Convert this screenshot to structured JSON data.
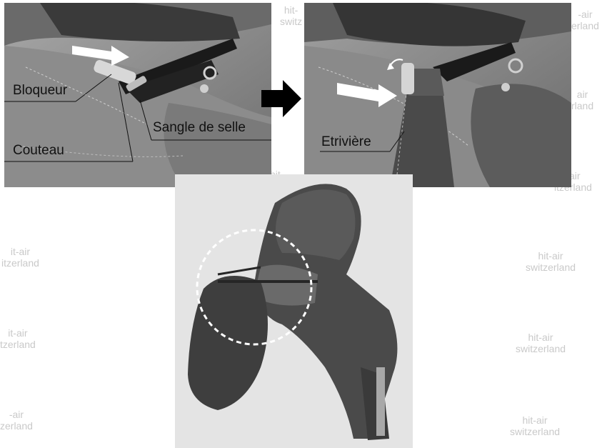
{
  "watermark": {
    "line1": "hit-air",
    "line2": "switzerland",
    "line1_partial": "hit-",
    "line2_partial": "switz",
    "line1_tail": "-air",
    "line2_tail": "erland",
    "line1_right": "air",
    "line2_right": "rland",
    "line1_left": "-air",
    "line2_left": "itzerland",
    "line2_left_b": "zerland",
    "line1_left_c": "it-air",
    "line2_left_c": "tzerland",
    "line1_left_d": "it-air",
    "line2_left_d": "itzerland",
    "line1_center": "hit-air",
    "line2_center": "switzerland",
    "line1_mid": "hit-air",
    "line2_mid": "switzerland",
    "line1_low": "hit-air",
    "line2_low": "switzerland",
    "line2_lr": "switzerland"
  },
  "labels": {
    "bloqueur": "Bloqueur",
    "couteau": "Couteau",
    "sangle": "Sangle de selle",
    "etriviere": "Etrivière"
  },
  "colors": {
    "arrow": "#000000",
    "highlight_arrow": "#ffffff",
    "circle": "#ffffff"
  }
}
